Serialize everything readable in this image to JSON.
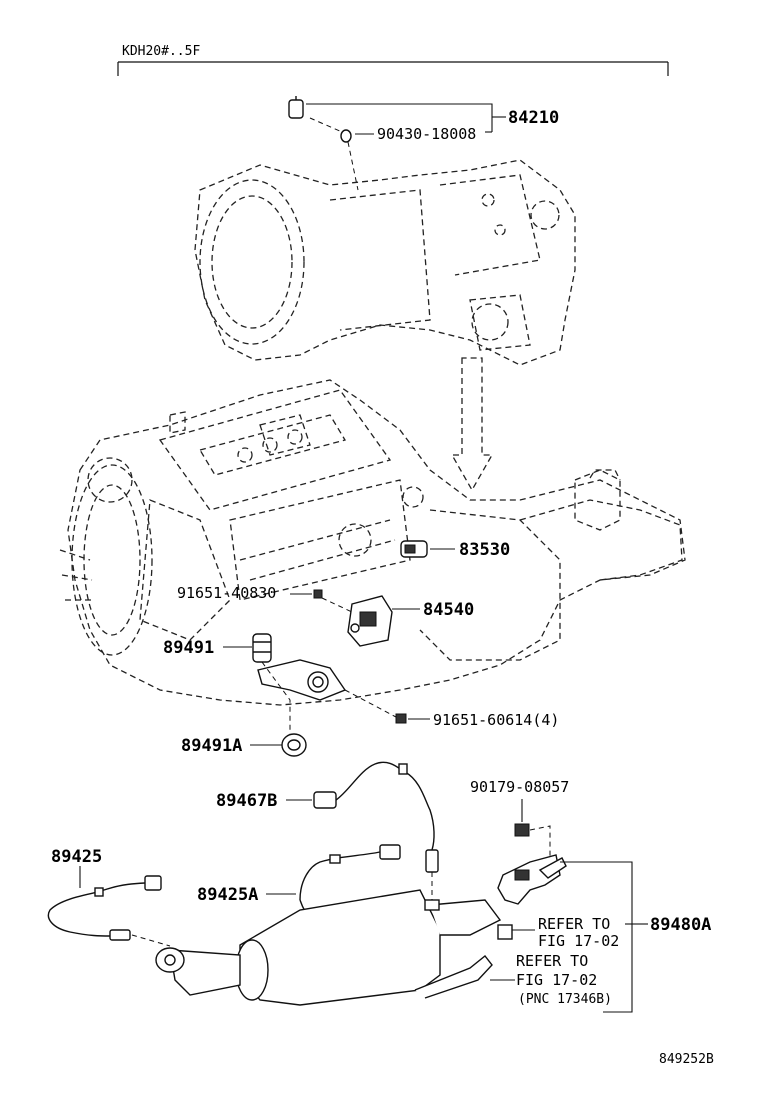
{
  "header": {
    "model_code": "KDH20#..5F"
  },
  "footer": {
    "figure_code": "849252B"
  },
  "callouts": {
    "c84210": "84210",
    "c90430": "90430-18008",
    "c83530": "83530",
    "c91651a": "91651-40830",
    "c84540": "84540",
    "c89491": "89491",
    "c91651b": "91651-60614(4)",
    "c89491a": "89491A",
    "c90179": "90179-08057",
    "c89467b": "89467B",
    "c89425": "89425",
    "c89425a": "89425A",
    "c89480a": "89480A",
    "refer1_line1": "REFER TO",
    "refer1_line2": "FIG 17-02",
    "refer2_line1": "REFER TO",
    "refer2_line2": "FIG 17-02",
    "refer2_line3": "(PNC 17346B)"
  },
  "icons": [
    "down-arrow-icon"
  ]
}
